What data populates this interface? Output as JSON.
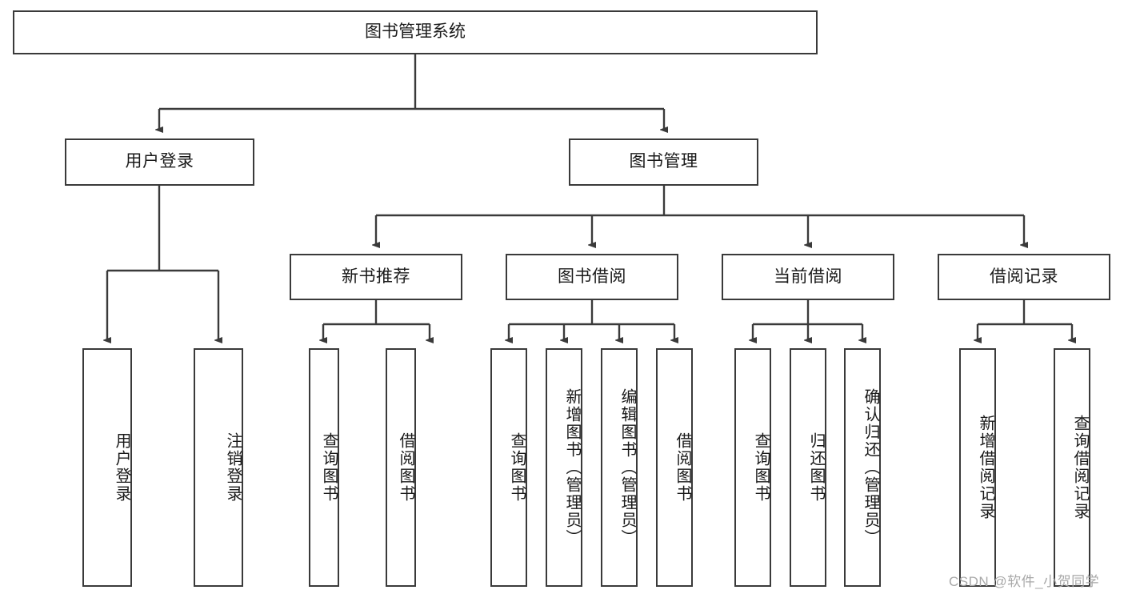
{
  "diagram": {
    "title": "图书管理系统",
    "type": "tree-hierarchy",
    "watermark": "CSDN @软件_小贺同学",
    "colors": {
      "background": "#ffffff",
      "border": "#3a3a3a",
      "text": "#1a1a1a",
      "connector": "#3a3a3a",
      "watermark": "#a8a8a8"
    },
    "nodes": {
      "root": {
        "label": "图书管理系统"
      },
      "level1": [
        {
          "label": "用户登录"
        },
        {
          "label": "图书管理"
        }
      ],
      "level2": [
        {
          "label": "新书推荐"
        },
        {
          "label": "图书借阅"
        },
        {
          "label": "当前借阅"
        },
        {
          "label": "借阅记录"
        }
      ],
      "leaves_user_login": [
        {
          "label": "用户登录"
        },
        {
          "label": "注销登录"
        }
      ],
      "leaves_new_book": [
        {
          "label": "查询图书"
        },
        {
          "label": "借阅图书"
        }
      ],
      "leaves_borrow": [
        {
          "label": "查询图书"
        },
        {
          "label": "新增图书（管理员）"
        },
        {
          "label": "编辑图书（管理员）"
        },
        {
          "label": "借阅图书"
        }
      ],
      "leaves_current": [
        {
          "label": "查询图书"
        },
        {
          "label": "归还图书"
        },
        {
          "label": "确认归还（管理员）"
        }
      ],
      "leaves_records": [
        {
          "label": "新增借阅记录"
        },
        {
          "label": "查询借阅记录"
        }
      ]
    }
  }
}
